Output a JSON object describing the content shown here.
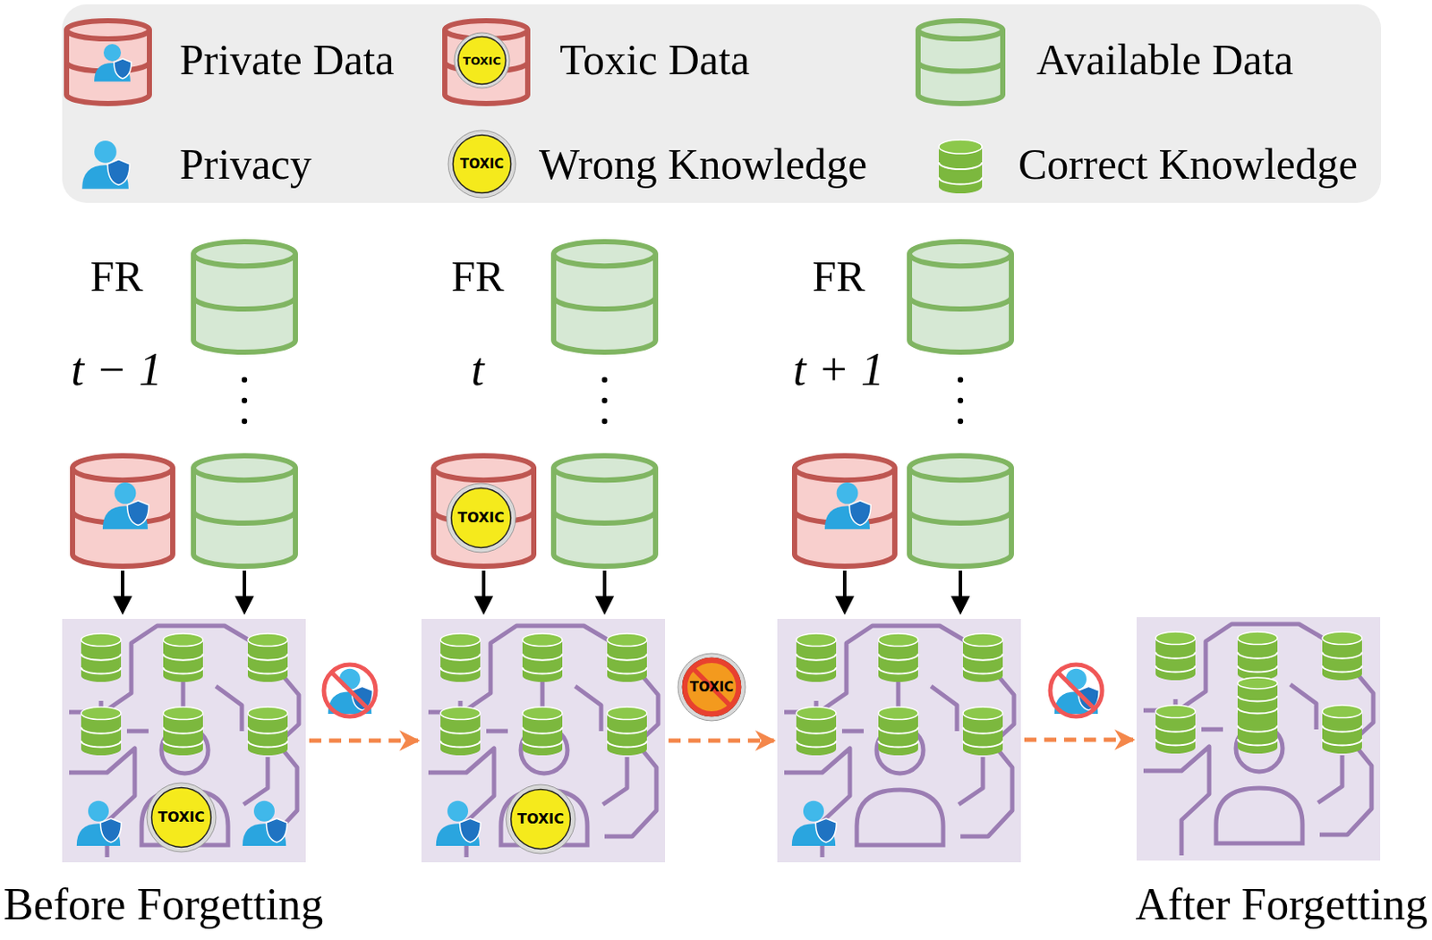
{
  "diagram": {
    "nodes": [
      {
        "text": [
          "TOXIC",
          "Before Forgetting"
        ]
      },
      {
        "text": [
          "TOXIC"
        ]
      },
      {
        "text": []
      },
      {
        "text": [
          "After Forgetting"
        ]
      }
    ],
    "edges": [
      {
        "from": 0,
        "to": 1,
        "arrow": "to"
      },
      {
        "from": 1,
        "to": 2,
        "arrow": "to"
      },
      {
        "from": 2,
        "to": 3,
        "arrow": "to"
      }
    ],
    "labels": [
      "FR",
      "t − 1",
      "FR",
      "t",
      "FR",
      "t + 1",
      "TOXIC",
      "TOXIC",
      "TOXIC",
      "TOXIC"
    ],
    "legend": [
      {
        "text": "Private Data"
      },
      {
        "text": "Toxic Data"
      },
      {
        "text": "Available Data"
      },
      {
        "text": "Privacy"
      },
      {
        "text": "Wrong Knowledge"
      },
      {
        "text": "Correct Knowledge"
      }
    ]
  }
}
